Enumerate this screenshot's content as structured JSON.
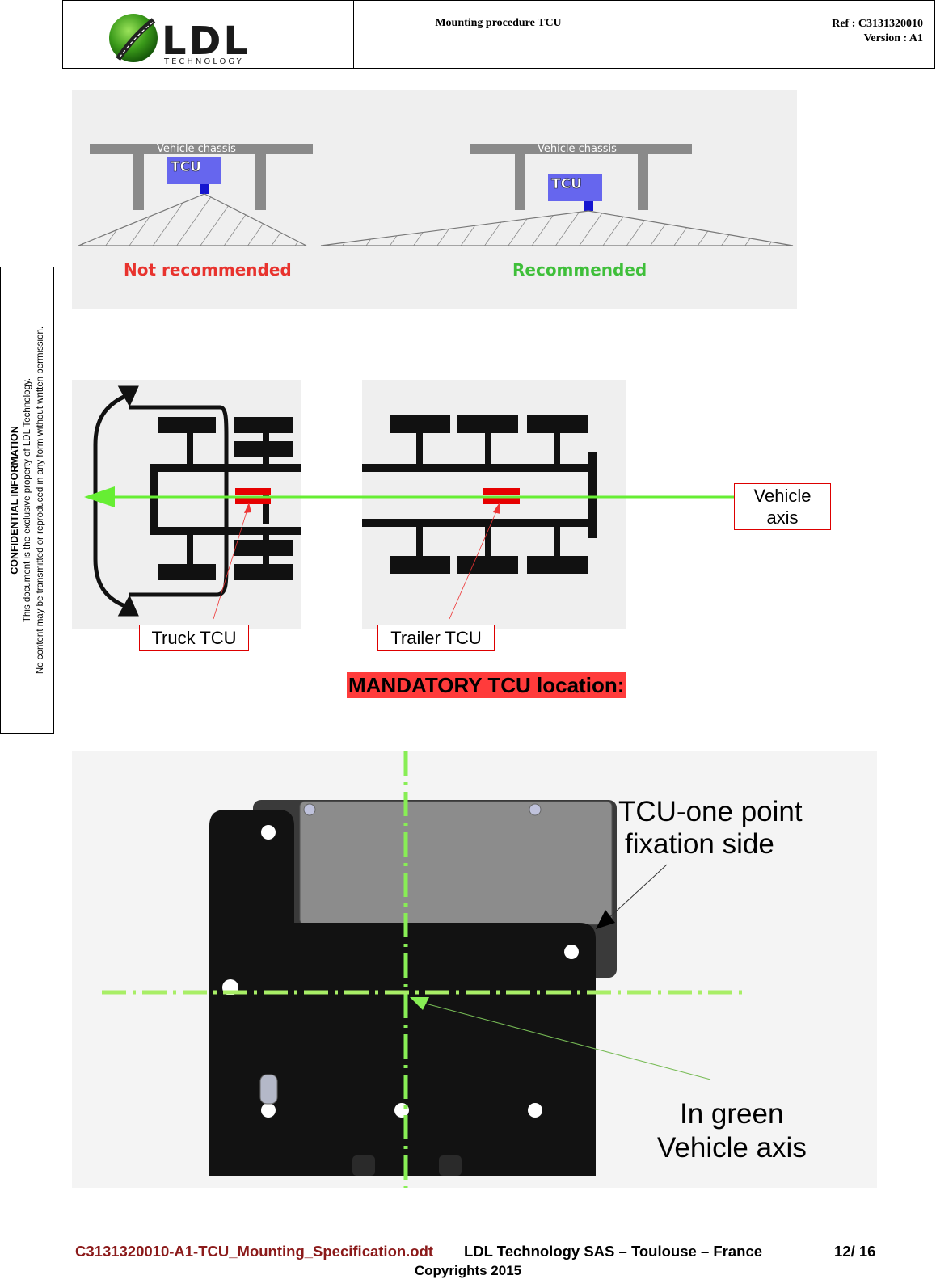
{
  "header": {
    "logo_text": "LDL",
    "logo_sub": "TECHNOLOGY",
    "title": "Mounting procedure TCU",
    "ref": "Ref : C3131320010",
    "version": "Version : A1"
  },
  "side_notice": {
    "line1": "CONFIDENTIAL INFORMATION",
    "line2": "This document is the exclusive property of LDL Technology.",
    "line3": "No content may be transmitted or reproduced in any form without written permission."
  },
  "figure1": {
    "left_chassis": "Vehicle chassis",
    "left_tcu": "TCU",
    "left_caption": "Not recommended",
    "right_chassis": "Vehicle chassis",
    "right_tcu": "TCU",
    "right_caption": "Recommended",
    "bad_color": "#e8332e",
    "good_color": "#3fbf3a"
  },
  "figure2": {
    "vehicle_axis": [
      "Vehicle",
      "axis"
    ],
    "truck_tcu": "Truck TCU",
    "trailer_tcu": "Trailer TCU",
    "axis_color": "#66ee33"
  },
  "mandatory_title": "MANDATORY TCU location:",
  "figure3": {
    "label_top": [
      "TCU-one point",
      "fixation side"
    ],
    "label_bottom": [
      "In green",
      "Vehicle axis"
    ]
  },
  "footer": {
    "filename": "C3131320010-A1-TCU_Mounting_Specification.odt",
    "company": "LDL Technology SAS – Toulouse – France",
    "page": "12/ 16",
    "copyright": "Copyrights 2015"
  }
}
